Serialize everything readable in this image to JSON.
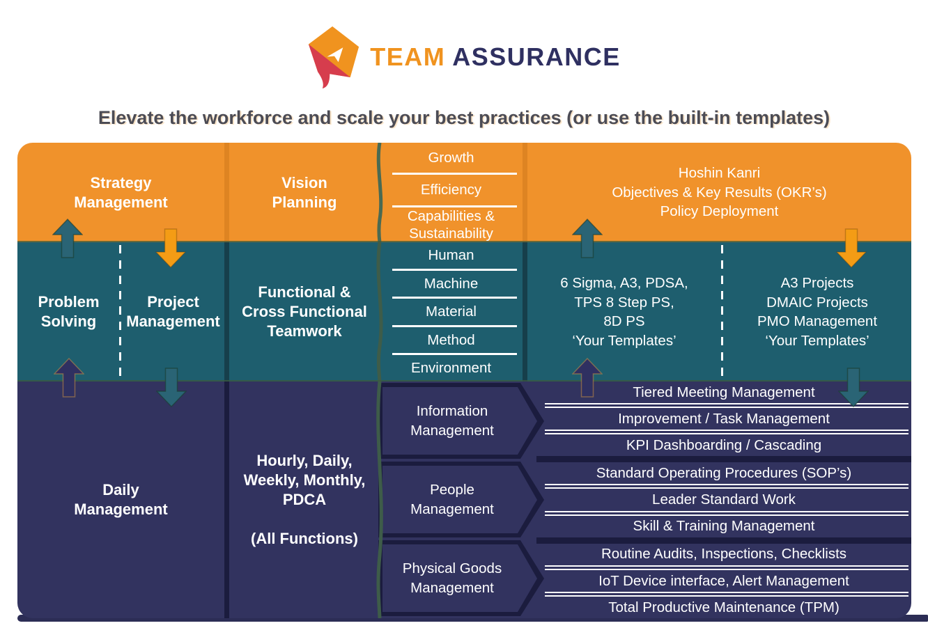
{
  "header": {
    "logo_team": "TEAM",
    "logo_assurance": "ASSURANCE",
    "tagline": "Elevate the workforce and scale your best practices (or use the built-in templates)"
  },
  "colors": {
    "orange": "#F0922B",
    "orange_divider": "#DE8422",
    "teal": "#1E5E6E",
    "teal_divider": "#163F4B",
    "navy": "#32335F",
    "navy_divider": "#1B1C3E",
    "arrow_teal": "#2A6475",
    "arrow_orange": "#F49C15",
    "arrow_navy": "#2F3061",
    "logo_red": "#D63D4D",
    "tagline_gray": "#4C4C55",
    "text_white": "#FFFFFF"
  },
  "strategy_row": {
    "strategy": "Strategy\nManagement",
    "vision": "Vision\nPlanning",
    "drivers": [
      "Growth",
      "Efficiency",
      "Capabilities &\nSustainability"
    ],
    "methods": "Hoshin Kanri\nObjectives & Key Results (OKR’s)\nPolicy Deployment"
  },
  "problem_row": {
    "problem": "Problem\nSolving",
    "project": "Project\nManagement",
    "teamwork": "Functional &\nCross Functional\nTeamwork",
    "factors": [
      "Human",
      "Machine",
      "Material",
      "Method",
      "Environment"
    ],
    "ps_templates": "6 Sigma, A3, PDSA,\nTPS 8 Step PS,\n8D PS\n‘Your Templates’",
    "pm_templates": "A3 Projects\nDMAIC Projects\nPMO Management\n‘Your Templates’"
  },
  "daily_row": {
    "daily": "Daily\nManagement",
    "cadence": "Hourly, Daily,\nWeekly, Monthly,\nPDCA",
    "all_functions": "(All Functions)",
    "groups": [
      {
        "label": "Information\nManagement",
        "items": [
          "Tiered Meeting Management",
          "Improvement / Task Management",
          "KPI Dashboarding / Cascading"
        ]
      },
      {
        "label": "People\nManagement",
        "items": [
          "Standard Operating Procedures (SOP’s)",
          "Leader Standard Work",
          "Skill & Training Management"
        ]
      },
      {
        "label": "Physical Goods\nManagement",
        "items": [
          "Routine Audits, Inspections, Checklists",
          "IoT Device interface, Alert Management",
          "Total Productive Maintenance (TPM)"
        ]
      }
    ]
  }
}
